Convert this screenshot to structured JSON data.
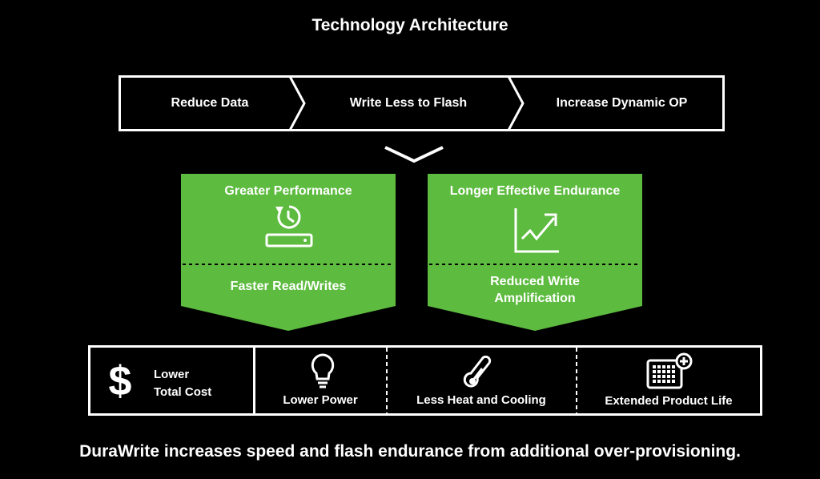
{
  "title": "Technology Architecture",
  "flow_steps": [
    {
      "label": "Reduce Data"
    },
    {
      "label": "Write Less to Flash"
    },
    {
      "label": "Increase Dynamic OP"
    }
  ],
  "panels": [
    {
      "heading": "Greater Performance",
      "icon": "restore-clock-drive-icon",
      "outcome_line1": "Faster Read/Writes",
      "outcome_line2": ""
    },
    {
      "heading": "Longer Effective Endurance",
      "icon": "trend-chart-icon",
      "outcome_line1": "Reduced Write",
      "outcome_line2": "Amplification"
    }
  ],
  "benefits": [
    {
      "symbol": "$",
      "label_line1": "Lower",
      "label_line2": "Total Cost"
    },
    {
      "icon": "lightbulb-icon",
      "label": "Lower Power"
    },
    {
      "icon": "thermometer-icon",
      "label": "Less Heat and Cooling"
    },
    {
      "icon": "chip-plus-icon",
      "label": "Extended Product Life"
    }
  ],
  "footer": "DuraWrite increases speed and flash endurance from additional over-provisioning.",
  "colors": {
    "accent_green": "#5dbb3f",
    "background": "#000000",
    "foreground": "#ffffff"
  }
}
